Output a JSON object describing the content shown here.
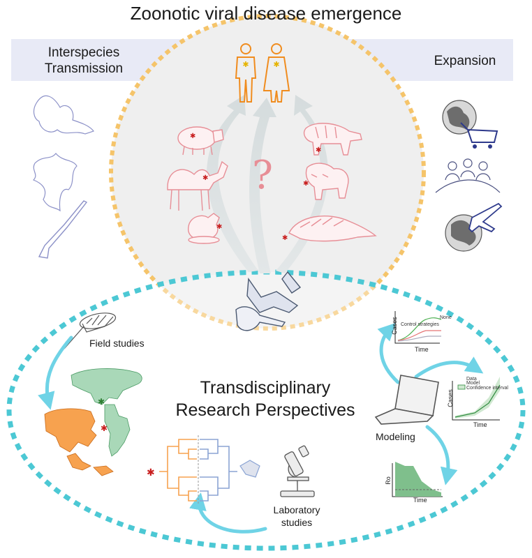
{
  "title": "Zoonotic viral disease emergence",
  "left_header": "Interspecies\nTransmission",
  "right_header": "Expansion",
  "center_title": "Transdisciplinary\nResearch Perspectives",
  "question_mark": "?",
  "labels": {
    "field_studies": "Field studies",
    "modeling": "Modeling",
    "laboratory_studies": "Laboratory\nstudies"
  },
  "mini_charts": {
    "chart1": {
      "ylabel": "Cases",
      "xlabel": "Time",
      "annotation_none": "None",
      "annotation_control": "Control strategies"
    },
    "chart2": {
      "ylabel": "Cases",
      "xlabel": "Time",
      "legend": [
        "Data",
        "Model",
        "Confidence interval"
      ]
    },
    "chart3": {
      "ylabel": "Ro",
      "xlabel": "Time"
    }
  },
  "colors": {
    "top_dots": "#f5c46a",
    "bottom_dots": "#4cc8d4",
    "band": "#e8eaf6",
    "human": "#f08c1e",
    "animal": "#e78e96",
    "arrow": "#d3dadb",
    "cyan_arrow": "#6fd3e6",
    "virus": "#c81e1e",
    "map_green": "#a9d8b8",
    "map_orange": "#f7a24f"
  }
}
